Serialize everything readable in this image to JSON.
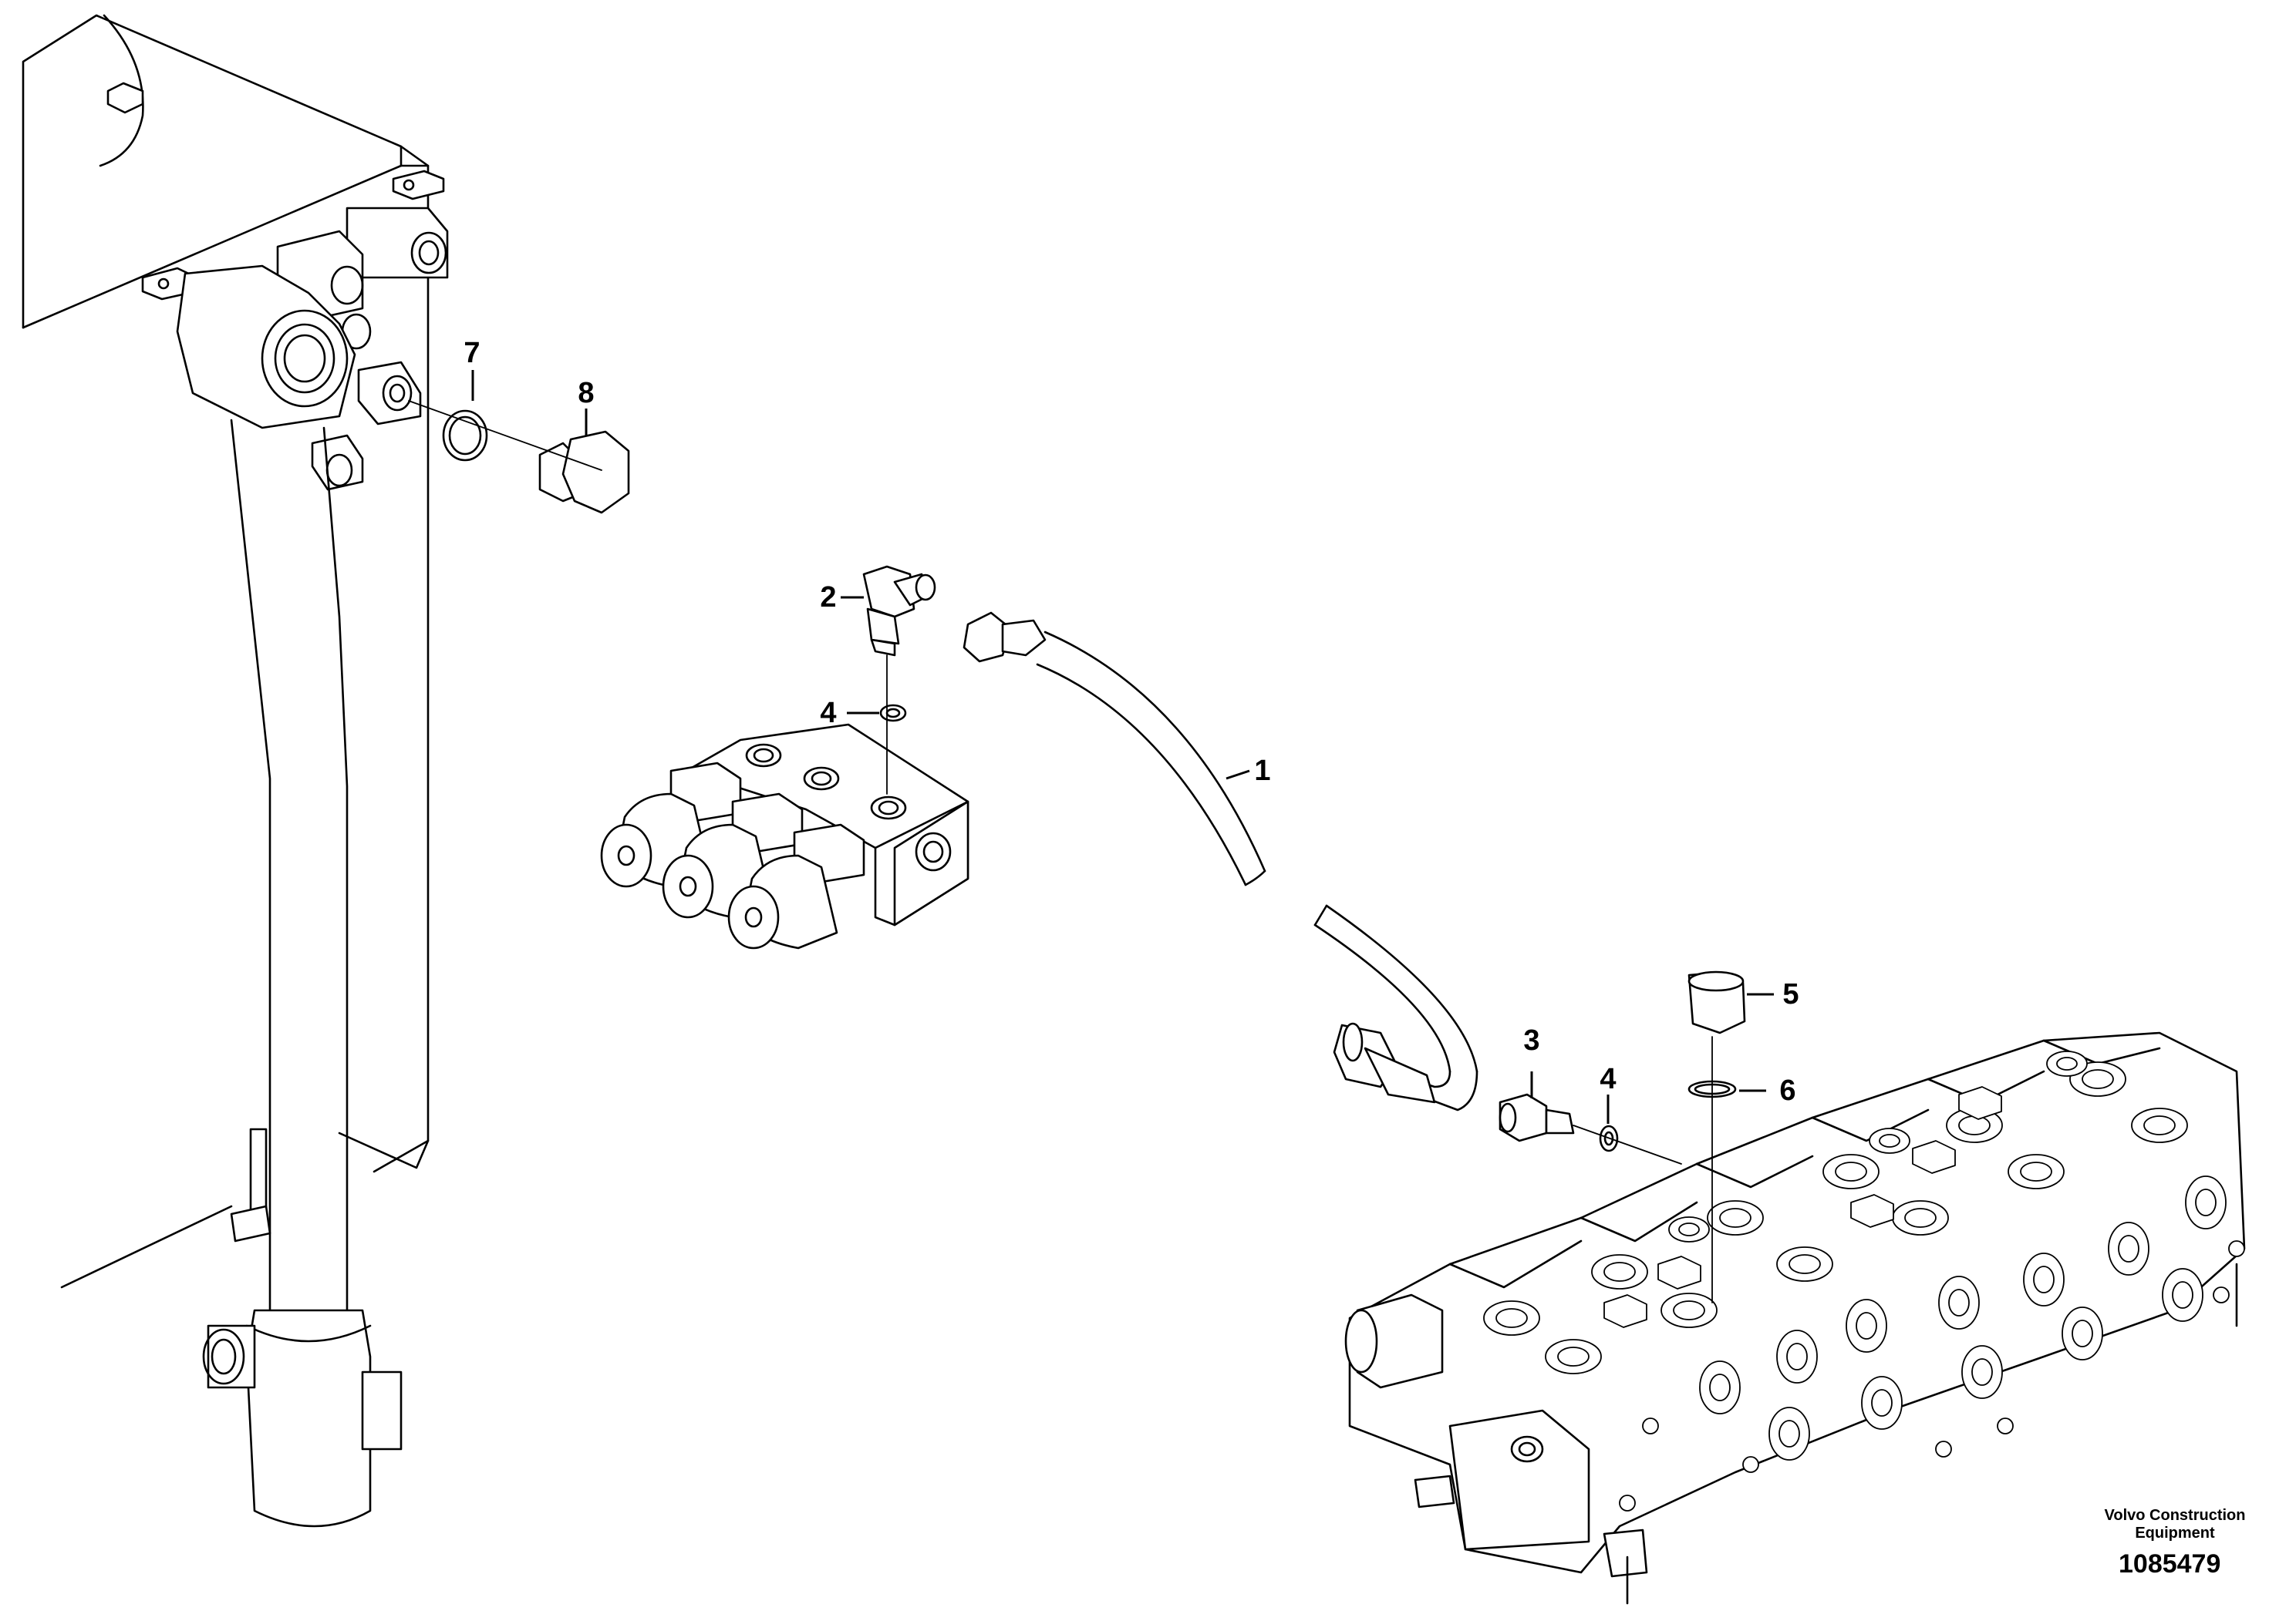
{
  "callouts": [
    {
      "id": "1",
      "label": "1",
      "part": "hose"
    },
    {
      "id": "2",
      "label": "2",
      "part": "elbow-nipple"
    },
    {
      "id": "3",
      "label": "3",
      "part": "nipple"
    },
    {
      "id": "4a",
      "label": "4",
      "part": "seal-ring"
    },
    {
      "id": "4b",
      "label": "4",
      "part": "seal-ring"
    },
    {
      "id": "5",
      "label": "5",
      "part": "plug"
    },
    {
      "id": "6",
      "label": "6",
      "part": "o-ring"
    },
    {
      "id": "7",
      "label": "7",
      "part": "o-ring"
    },
    {
      "id": "8",
      "label": "8",
      "part": "plug"
    }
  ],
  "caption": {
    "line1": "Volvo Construction",
    "line2": "Equipment"
  },
  "figure_number": "1085479"
}
